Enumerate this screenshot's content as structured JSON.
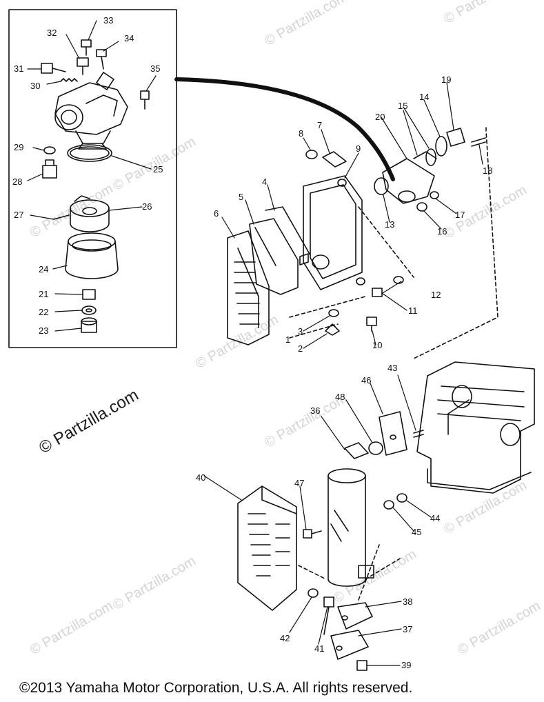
{
  "watermark": {
    "text": "© Partzilla.com",
    "positions": [
      {
        "id": "wm-1"
      },
      {
        "id": "wm-2"
      },
      {
        "id": "wm-3"
      },
      {
        "id": "wm-4"
      },
      {
        "id": "wm-5"
      },
      {
        "id": "wm-6"
      },
      {
        "id": "wm-7"
      },
      {
        "id": "wm-8"
      },
      {
        "id": "wm-9"
      },
      {
        "id": "wm-10"
      },
      {
        "id": "wm-11"
      },
      {
        "id": "wm-12"
      },
      {
        "id": "wm-13"
      }
    ]
  },
  "copyright": "©2013 Yamaha Motor Corporation, U.S.A. All rights reserved.",
  "part_numbers": {
    "p1": "1",
    "p2": "2",
    "p3": "3",
    "p4": "4",
    "p5": "5",
    "p6": "6",
    "p7": "7",
    "p8": "8",
    "p9": "9",
    "p10": "10",
    "p11": "11",
    "p12": "12",
    "p13": "13",
    "p14": "14",
    "p15": "15",
    "p16": "16",
    "p17": "17",
    "p18": "18",
    "p19": "19",
    "p20": "20",
    "p21": "21",
    "p22": "22",
    "p23": "23",
    "p24": "24",
    "p25": "25",
    "p26": "26",
    "p27": "27",
    "p28": "28",
    "p29": "29",
    "p30": "30",
    "p31": "31",
    "p32": "32",
    "p33": "33",
    "p34": "34",
    "p35": "35",
    "p36": "36",
    "p37": "37",
    "p38": "38",
    "p39": "39",
    "p40": "40",
    "p41": "41",
    "p42": "42",
    "p43": "43",
    "p44": "44",
    "p45": "45",
    "p46": "46",
    "p47": "47",
    "p48": "48"
  },
  "colors": {
    "ink": "#111111",
    "watermark": "#d4d4d4",
    "background": "#ffffff"
  }
}
